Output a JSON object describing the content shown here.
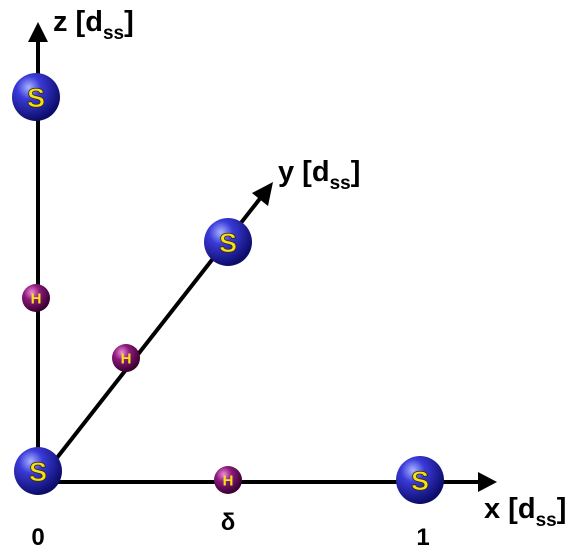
{
  "axes": {
    "x": {
      "label": "x [d",
      "sub": "ss",
      "close": "]"
    },
    "y": {
      "label": "y [d",
      "sub": "ss",
      "close": "]"
    },
    "z": {
      "label": "z [d",
      "sub": "ss",
      "close": "]"
    }
  },
  "ticks": {
    "origin": "0",
    "delta": "δ",
    "one": "1"
  },
  "atoms": {
    "sulfur_label": "S",
    "hydrogen_label": "H"
  },
  "colors": {
    "sulfur_body": "#1a1aa8",
    "sulfur_text": "#f5e21a",
    "hydrogen_body": "#6a0a5a",
    "hydrogen_text": "#f5e21a",
    "axis": "#000000"
  }
}
